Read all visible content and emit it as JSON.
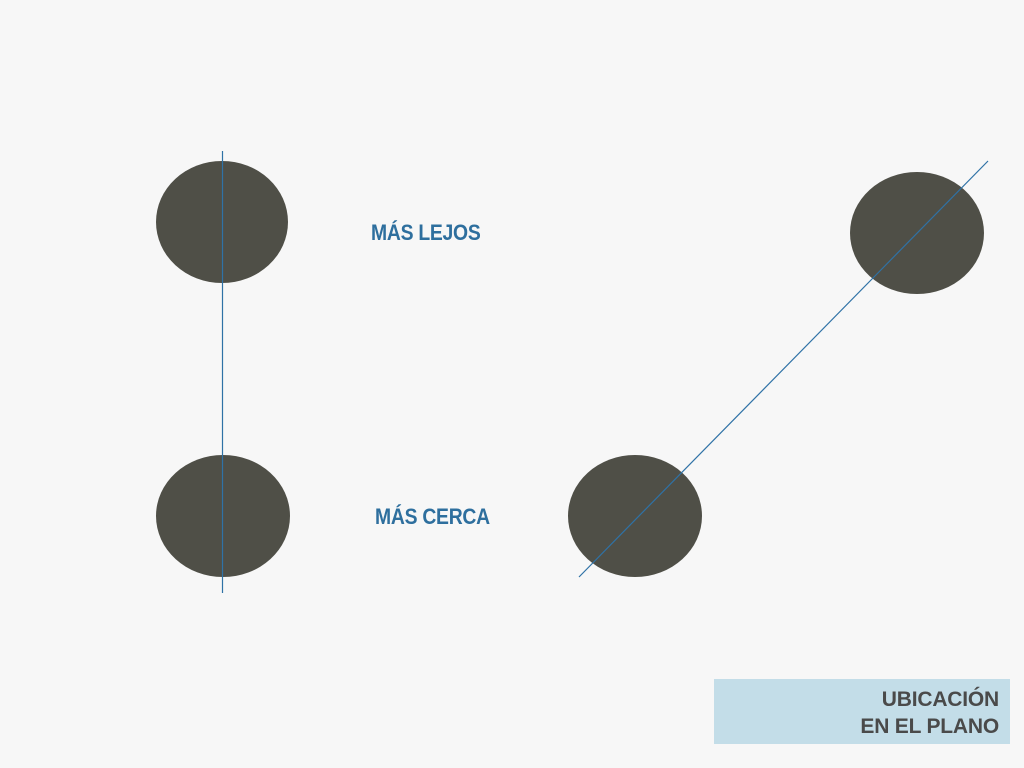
{
  "labels": {
    "far": "MÁS LEJOS",
    "near": "MÁS CERCA"
  },
  "title": {
    "line1": "UBICACIÓN",
    "line2": "EN EL PLANO"
  },
  "colors": {
    "background": "#f7f7f7",
    "disc_fill": "#4f4f47",
    "line_stroke": "#2f72a6",
    "label_text": "#2e6f9e",
    "title_box": "#c3dde8",
    "title_text": "#4a4a4a"
  }
}
